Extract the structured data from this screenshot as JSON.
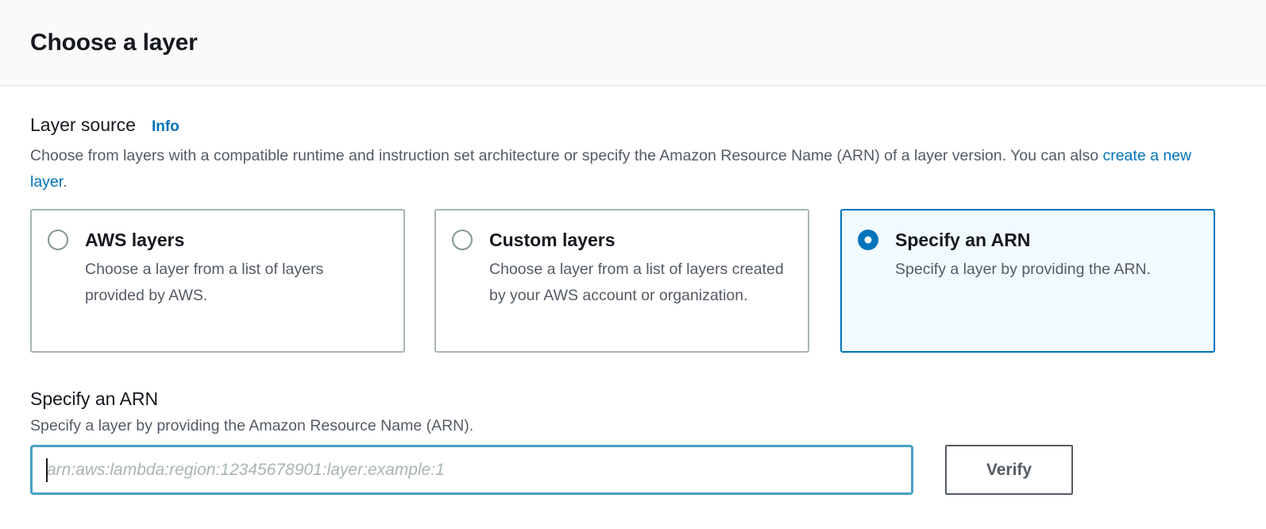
{
  "page_title": "Choose a layer",
  "layer_source": {
    "label": "Layer source",
    "info_label": "Info",
    "description": "Choose from layers with a compatible runtime and instruction set architecture or specify the Amazon Resource Name (ARN) of a layer version. You can also ",
    "create_layer_link": "create a new layer",
    "link_period": ".",
    "options": [
      {
        "title": "AWS layers",
        "description": "Choose a layer from a list of layers provided by AWS.",
        "selected": false
      },
      {
        "title": "Custom layers",
        "description": "Choose a layer from a list of layers created by your AWS account or organization.",
        "selected": false
      },
      {
        "title": "Specify an ARN",
        "description": "Specify a layer by providing the ARN.",
        "selected": true
      }
    ]
  },
  "arn_section": {
    "heading": "Specify an ARN",
    "description": "Specify a layer by providing the Amazon Resource Name (ARN).",
    "input_value": "",
    "input_placeholder": "arn:aws:lambda:region:12345678901:layer:example:1",
    "verify_button_label": "Verify"
  },
  "colors": {
    "link_blue": "#0073bb",
    "selected_card_border": "#0073bb",
    "selected_card_bg": "#f1faff",
    "card_border": "#a9b4b5",
    "input_focus_border": "#48a0c5",
    "heading_text": "#16191f",
    "secondary_text": "#545b64",
    "header_bg": "#fafafa",
    "divider": "#eaeded",
    "button_border": "#545b64"
  }
}
